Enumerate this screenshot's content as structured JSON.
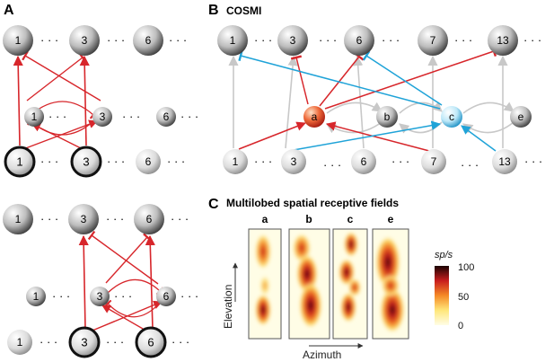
{
  "panels": {
    "a_letter": "A",
    "b_letter": "B",
    "b_title": "COSMI",
    "c_letter": "C",
    "c_title": "Multilobed spatial receptive fields"
  },
  "ellipsis": "· · ·",
  "panel_a_top": {
    "top_nodes": [
      "1",
      "3",
      "6"
    ],
    "mid_nodes": [
      "1",
      "3",
      "6"
    ],
    "bottom_nodes": [
      "1",
      "3",
      "6"
    ]
  },
  "panel_a_bottom": {
    "top_nodes": [
      "1",
      "3",
      "6"
    ],
    "mid_nodes": [
      "1",
      "3",
      "6"
    ],
    "bottom_nodes": [
      "1",
      "3",
      "6"
    ]
  },
  "panel_b": {
    "top_nodes": [
      "1",
      "3",
      "6",
      "7",
      "13"
    ],
    "mid_nodes": [
      "a",
      "b",
      "c",
      "e"
    ],
    "bottom_nodes": [
      "1",
      "3",
      "6",
      "7",
      "13"
    ]
  },
  "panel_c": {
    "map_labels": [
      "a",
      "b",
      "c",
      "e"
    ],
    "y_axis": "Elevation",
    "x_axis": "Azimuth",
    "colorbar_unit": "sp/s",
    "colorbar_ticks": [
      "100",
      "50",
      "0"
    ]
  },
  "colors": {
    "excite": "#d7262b",
    "cosmi": "#1fa3d8",
    "gray_arrow": "#c8c8c8",
    "node_a": "#e8542c"
  }
}
